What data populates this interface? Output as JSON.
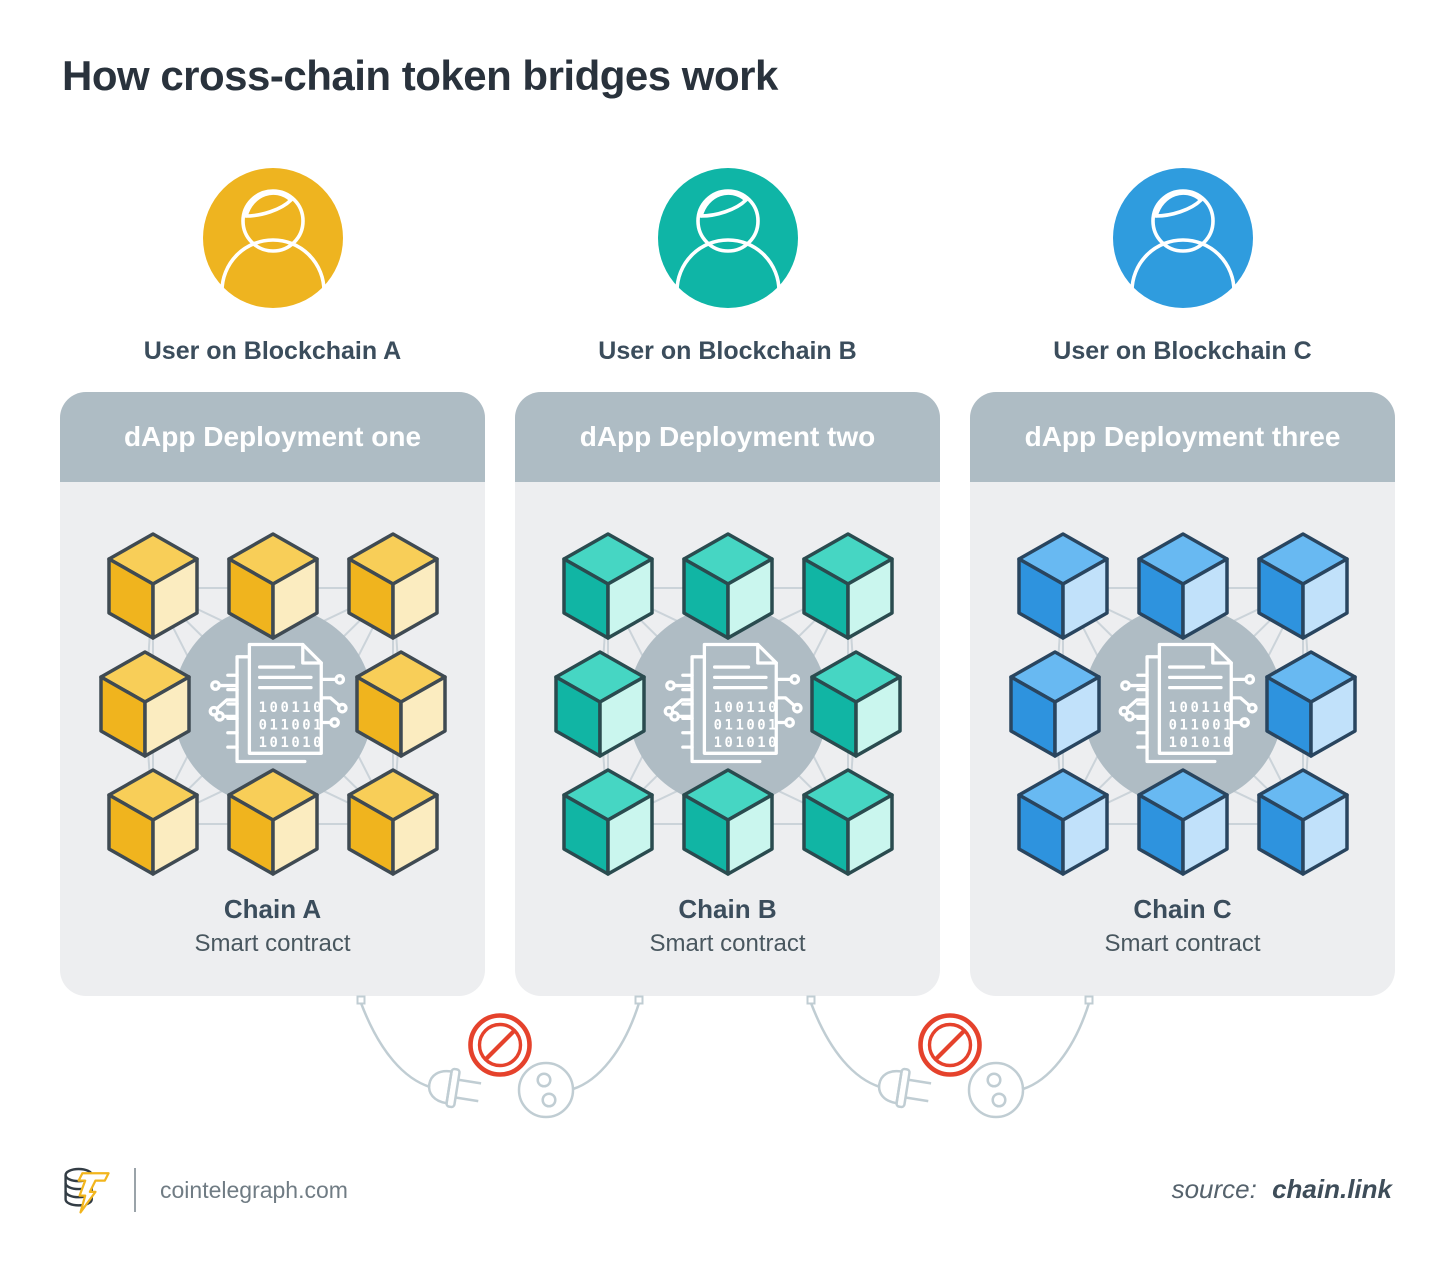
{
  "title": "How cross-chain token bridges work",
  "palette": {
    "page_bg": "#FFFFFF",
    "ink": "#29323C",
    "label_ink": "#3B4D5C",
    "sub_ink": "#49575F",
    "header_bg": "#AEBCC4",
    "card_bg": "#EDEEF0",
    "mesh_line": "#CBD3D9",
    "hub_bg": "#AFBCC4",
    "icon_stroke": "#FFFFFF",
    "cable": "#C0CDD3",
    "prohibit_red": "#E5422C",
    "footer_gray": "#707C84",
    "divider": "#9AA3A9",
    "source_label_ink": "#55626C",
    "source_ink": "#3E4D59",
    "logo_ink": "#333D45",
    "logo_yellow": "#F2B51D"
  },
  "chains": [
    {
      "user_label": "User on Blockchain A",
      "header": "dApp Deployment one",
      "chain_name": "Chain A",
      "chain_sub": "Smart contract",
      "accent": "#EEB420",
      "cube": {
        "top": "#F8CE58",
        "left": "#F0B41E",
        "right": "#FBECC0",
        "outline": "#3F4A52"
      }
    },
    {
      "user_label": "User on Blockchain B",
      "header": "dApp Deployment two",
      "chain_name": "Chain B",
      "chain_sub": "Smart contract",
      "accent": "#0FB5A6",
      "cube": {
        "top": "#46D6C3",
        "left": "#11B5A4",
        "right": "#CAF6EE",
        "outline": "#2A4B4F"
      }
    },
    {
      "user_label": "User on Blockchain C",
      "header": "dApp Deployment three",
      "chain_name": "Chain C",
      "chain_sub": "Smart contract",
      "accent": "#2F9CDE",
      "cube": {
        "top": "#68B9F2",
        "left": "#2E93DE",
        "right": "#C1E1FA",
        "outline": "#29455F"
      }
    }
  ],
  "hub_icon": {
    "name": "smart-contract-document-icon",
    "binary_rows": [
      "100110",
      "011001",
      "101010"
    ]
  },
  "connector_icons": [
    "plug-icon",
    "socket-icon",
    "no-entry-icon"
  ],
  "footer": {
    "site": "cointelegraph.com",
    "source_label": "source:",
    "source_name": "chain.link"
  }
}
